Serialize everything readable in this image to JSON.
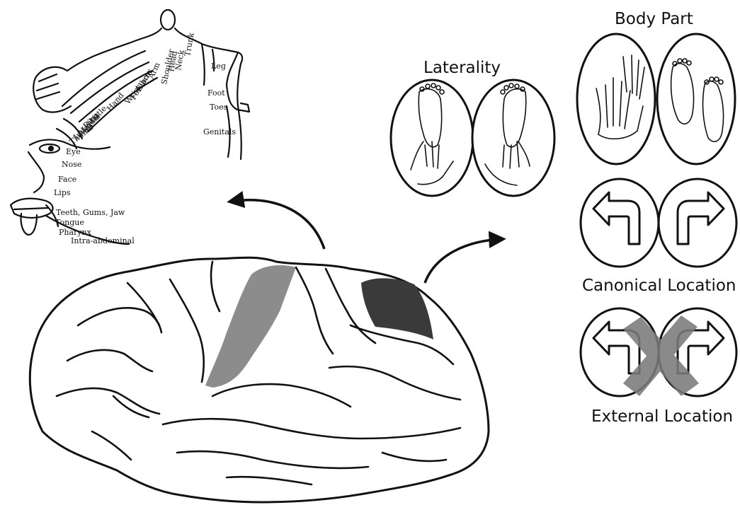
{
  "panels": {
    "laterality": {
      "title": "Laterality"
    },
    "body_part": {
      "title": "Body Part"
    },
    "canonical_location": {
      "title": "Canonical Location"
    },
    "external_location": {
      "title": "External Location"
    }
  },
  "homunculus": {
    "labels": [
      "Trunk",
      "Neck",
      "Head",
      "Shoulder",
      "Arm",
      "Elbow",
      "Forearm",
      "Wrist",
      "Hand",
      "Little",
      "Ring",
      "Middle",
      "Index",
      "Thumb",
      "Eye",
      "Nose",
      "Face",
      "Lips",
      "Teeth, Gums, Jaw",
      "Tongue",
      "Pharynx",
      "Intra-abdominal",
      "Leg",
      "Foot",
      "Toes",
      "Genitals"
    ]
  },
  "colors": {
    "motor_strip": "#8c8c8c",
    "parietal_region": "#3a3a3a",
    "cross_mark": "#7a7a7a",
    "outline": "#111111"
  },
  "icons": [
    "foot-and-hand",
    "hand",
    "feet",
    "arrow-turn-left",
    "arrow-turn-right",
    "cross-mark",
    "curved-arrow"
  ]
}
